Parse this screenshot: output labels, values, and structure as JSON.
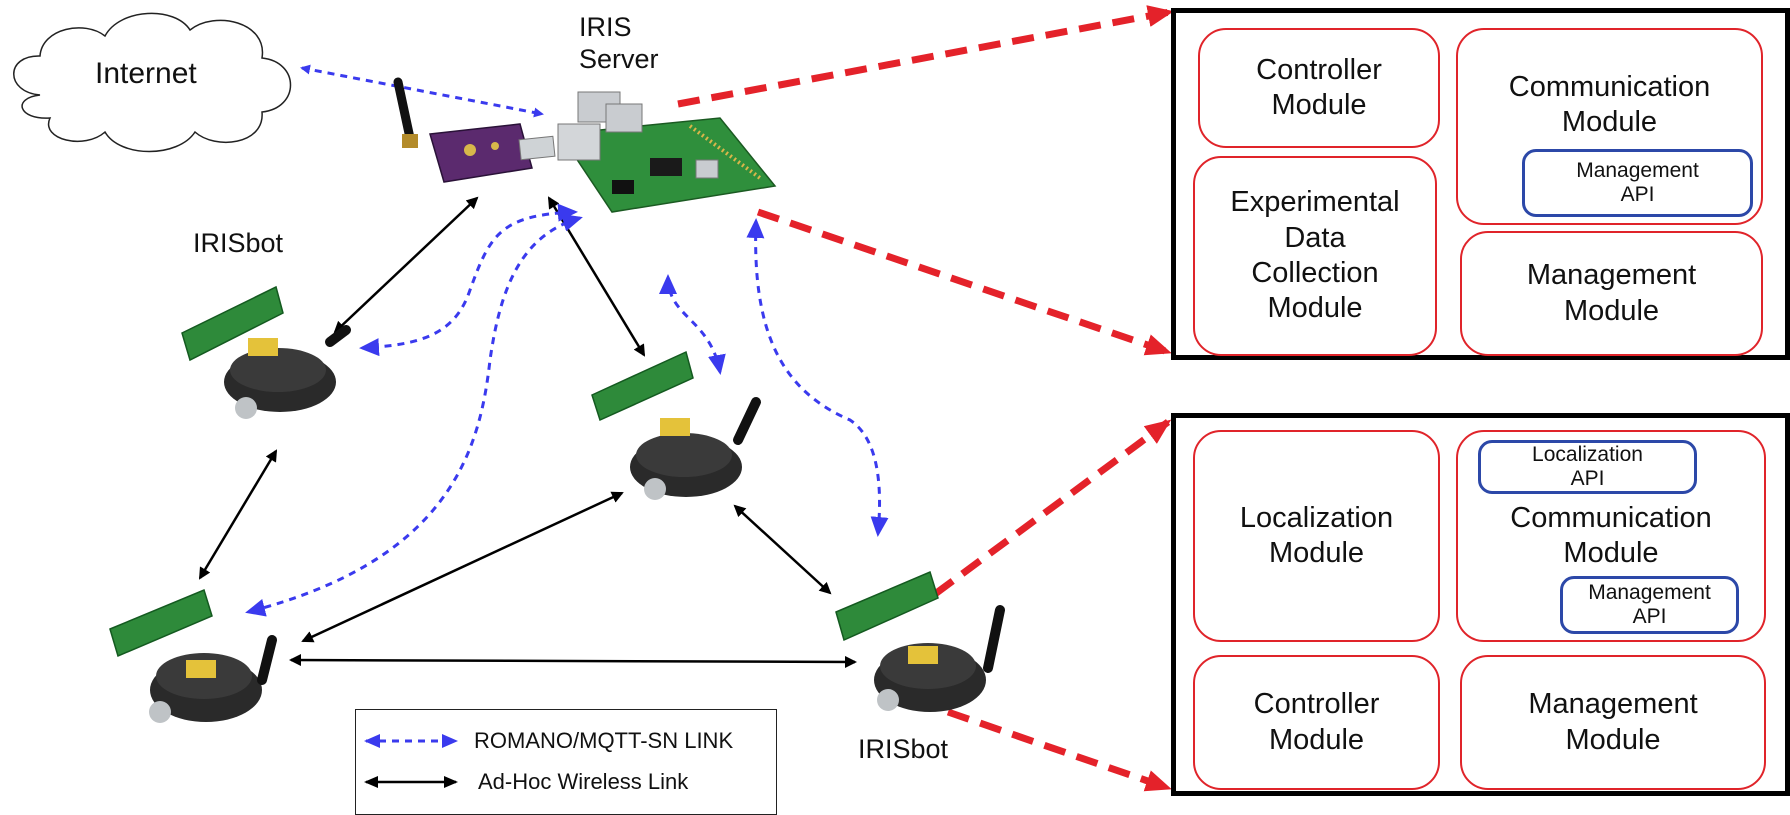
{
  "labels": {
    "internet": "Internet",
    "iris_server": "IRIS\nServer",
    "irisbot_left": "IRISbot",
    "irisbot_right": "IRISbot"
  },
  "server_panel": {
    "controller_module": "Controller\nModule",
    "communication_module": "Communication\nModule",
    "management_api": "Management\nAPI",
    "experimental_module": "Experimental\nData\nCollection\nModule",
    "management_module": "Management\nModule"
  },
  "bot_panel": {
    "localization_module": "Localization\nModule",
    "localization_api": "Localization\nAPI",
    "communication_module": "Communication\nModule",
    "management_api": "Management\nAPI",
    "controller_module": "Controller\nModule",
    "management_module": "Management\nModule"
  },
  "legend": {
    "romano_link": "ROMANO/MQTT-SN LINK",
    "adhoc_link": "Ad-Hoc Wireless Link"
  },
  "colors": {
    "module_border": "#e0242a",
    "api_border": "#2c48a8",
    "romano_link": "#3a3aee",
    "adhoc_link": "#000000",
    "red_arrow": "#e4222a"
  }
}
